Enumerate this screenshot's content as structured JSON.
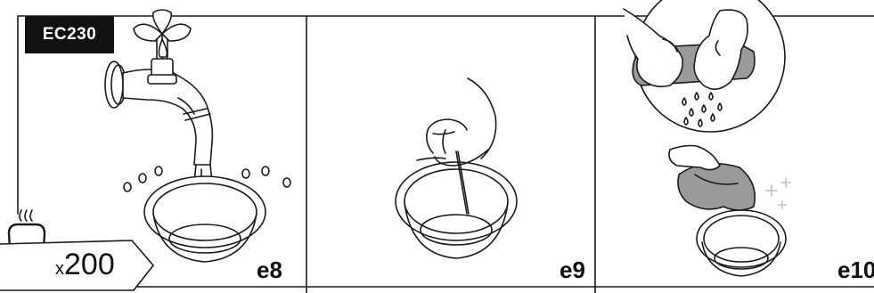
{
  "badge": {
    "model": "EC230"
  },
  "counter": {
    "prefix": "x",
    "value": "200"
  },
  "steps": [
    {
      "label": "e8"
    },
    {
      "label": "e9"
    },
    {
      "label": "e10"
    }
  ],
  "colors": {
    "line": "#1a1a1a",
    "fill_gray": "#9a9a9a",
    "sparkle": "#bfbfbf"
  }
}
